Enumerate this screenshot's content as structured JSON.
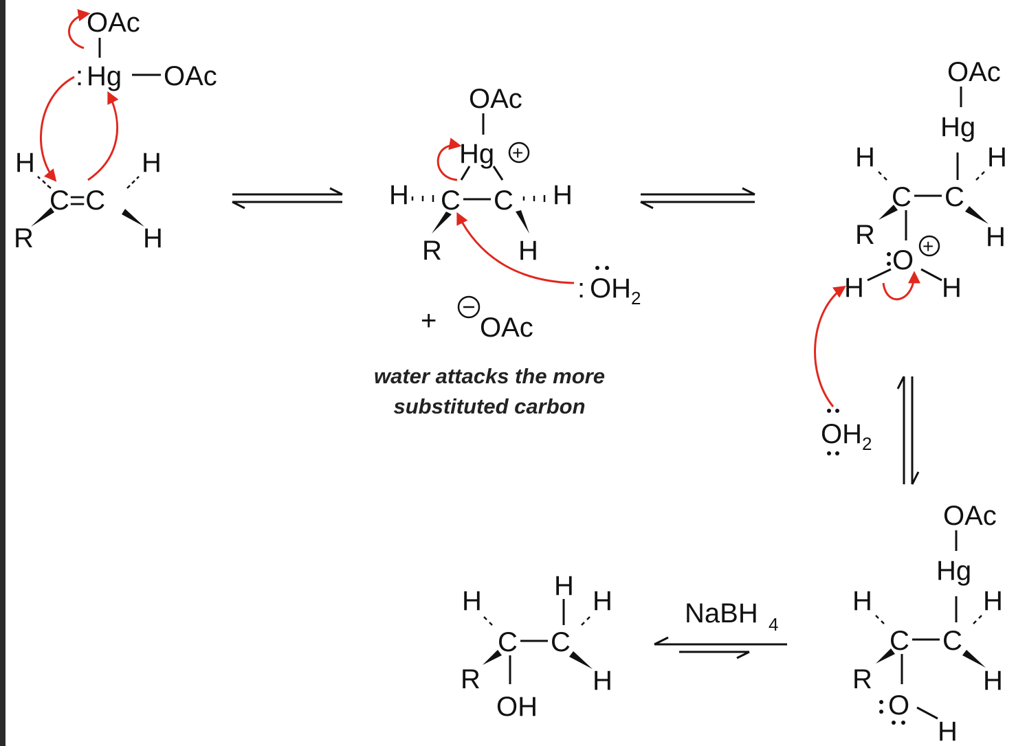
{
  "diagram": {
    "title": "",
    "caption_line1": "water attacks the more",
    "caption_line2": "substituted carbon",
    "reagent": "NaBH",
    "reagent_subscript": "4",
    "labels": {
      "oac": "OAc",
      "hg": "Hg",
      "c": "C",
      "h": "H",
      "r": "R",
      "o": "O",
      "oh": "OH",
      "oh2_main": "OH",
      "subscript_2": "2",
      "plus_sign": "+",
      "lone_pair_colon": ":",
      "double_bond": "C=C"
    },
    "colors": {
      "curly_arrow": "#e0281e",
      "bonds": "#111111",
      "background": "#ffffff"
    }
  }
}
